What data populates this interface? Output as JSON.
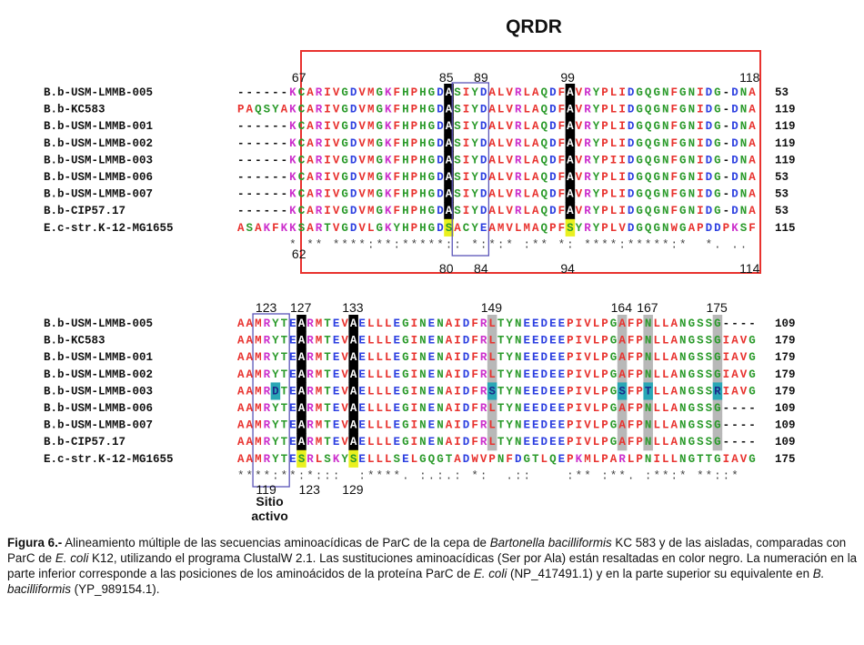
{
  "figure": {
    "title": "QRDR",
    "block1": {
      "top_numbers": [
        "67",
        "85",
        "89",
        "99",
        "118"
      ],
      "bottom_numbers": [
        "62",
        "80",
        "84",
        "94",
        "114"
      ],
      "rows": [
        {
          "name": "B.b-USM-LMMB-005",
          "seq": "------KCARIVGDVMGKFHPHGDASIYDALVRLAQDFAVRYPLIDGQGNFGNIDG-DNA",
          "num": "53"
        },
        {
          "name": "B.b-KC583",
          "seq": "PAQSYAKCARIVGDVMGKFHPHGDASIYDALVRLAQDFAVRYPLIDGQGNFGNIDG-DNA",
          "num": "119"
        },
        {
          "name": "B.b-USM-LMMB-001",
          "seq": "------KCARIVGDVMGKFHPHGDASIYDALVRLAQDFAVRYPLIDGQGNFGNIDG-DNA",
          "num": "119"
        },
        {
          "name": "B.b-USM-LMMB-002",
          "seq": "------KCARIVGDVMGKFHPHGDASIYDALVRLAQDFAVRYPLIDGQGNFGNIDG-DNA",
          "num": "119"
        },
        {
          "name": "B.b-USM-LMMB-003",
          "seq": "------KCARIVGDVMGKFHPHGDASIYDALVRLAQDFAVRYPIIDGQGNFGNIDG-DNA",
          "num": "119"
        },
        {
          "name": "B.b-USM-LMMB-006",
          "seq": "------KCARIVGDVMGKFHPHGDASIYDALVRLAQDFAVRYPLIDGQGNFGNIDG-DNA",
          "num": "53"
        },
        {
          "name": "B.b-USM-LMMB-007",
          "seq": "------KCARIVGDVMGKFHPHGDASIYDALVRLAQDFAVRYPLIDGQGNFGNIDG-DNA",
          "num": "53"
        },
        {
          "name": "B.b-CIP57.17",
          "seq": "------KCARIVGDVMGKFHPHGDASIYDALVRLAQDFAVRYPLIDGQGNFGNIDG-DNA",
          "num": "53"
        },
        {
          "name": "E.c-str.K-12-MG1655",
          "seq": "ASAKFKKSARTVGDVLGKYHPHGDSACYEAMVLMAQPFSYRYPLVDGQGNWGAPDDPKSF",
          "num": "115"
        }
      ],
      "consensus": "      * ** ****:**:*****:: *:*:* :** *: ****:*****:*  *. .. "
    },
    "block2": {
      "top_numbers": [
        "123",
        "127",
        "133",
        "149",
        "164",
        "167",
        "175"
      ],
      "bottom_numbers": [
        "119",
        "123",
        "129"
      ],
      "active_site_label": [
        "Sitio",
        "activo"
      ],
      "rows": [
        {
          "name": "B.b-USM-LMMB-005",
          "seq": "AAMRYTEARMTEVAELLLEGINENAIDFRLTYNEEDEEPIVLPGAFPNLLANGSSG----",
          "num": "109"
        },
        {
          "name": "B.b-KC583",
          "seq": "AAMRYTEARMTEVAELLLEGINENAIDFRLTYNEEDEEPIVLPGAFPNLLANGSSGIAVG",
          "num": "179"
        },
        {
          "name": "B.b-USM-LMMB-001",
          "seq": "AAMRYTEARMTEVAELLLEGINENAIDFRLTYNEEDEEPIVLPGAFPNLLANGSSGIAVG",
          "num": "179"
        },
        {
          "name": "B.b-USM-LMMB-002",
          "seq": "AAMRYTEARMTEVAELLLEGINENAIDFRLTYNEEDEEPIVLPGAFPNLLANGSSGIAVG",
          "num": "179"
        },
        {
          "name": "B.b-USM-LMMB-003",
          "seq": "AAMRDTEARMTEVAELLLEGINENAIDFRSTYNEEDEEPIVLPGSFPTLLANGSSRIAVG",
          "num": "179"
        },
        {
          "name": "B.b-USM-LMMB-006",
          "seq": "AAMRYTEARMTEVAELLLEGINENAIDFRLTYNEEDEEPIVLPGAFPNLLANGSSG----",
          "num": "109"
        },
        {
          "name": "B.b-USM-LMMB-007",
          "seq": "AAMRYTEARMTEVAELLLEGINENAIDFRLTYNEEDEEPIVLPGAFPNLLANGSSG----",
          "num": "109"
        },
        {
          "name": "B.b-CIP57.17",
          "seq": "AAMRYTEARMTEVAELLLEGINENAIDFRLTYNEEDEEPIVLPGAFPNLLANGSSG----",
          "num": "109"
        },
        {
          "name": "E.c-str.K-12-MG1655",
          "seq": "AAMRYTESRLSKYSELLLSELGQGTADWVPNFDGTLQEPKMLPARLPNILLNGTTGIAVG",
          "num": "175"
        }
      ],
      "consensus": "****:**:*:::  :****. :.:.: *:  .::    :** :**. :**:* **::* "
    }
  },
  "caption": {
    "label": "Figura 6.-",
    "t1": " Alineamiento múltiple de las secuencias aminoacídicas de ParC de la cepa de ",
    "i1": "Bartonella bacilliformis",
    "t2": " KC 583 y de las aisladas, comparadas con ParC de ",
    "i2": "E. coli",
    "t3": " K12, utilizando el programa ClustalW 2.1. Las sustituciones aminoacídicas (Ser por Ala) están resaltadas en color negro. La numeración en la parte inferior corresponde a las posiciones de los aminoácidos de la proteína ParC de ",
    "i3": "E. coli",
    "t4": " (NP_417491.1) y en la parte superior su equivalente en ",
    "i4": "B. bacilliformis",
    "t5": " (YP_989154.1)."
  },
  "colors": {
    "hydrophobic": "#e8322e",
    "acidic": "#2c3fe0",
    "basic": "#cc2fcc",
    "polar": "#2a9a2a",
    "qrdr_box": "#e8322e",
    "active_box": "#5b55b8",
    "highlight_black": "#000000",
    "highlight_yellow": "#e9f01f",
    "highlight_gray": "#b8b8b8",
    "highlight_teal": "#2aa7b5"
  }
}
